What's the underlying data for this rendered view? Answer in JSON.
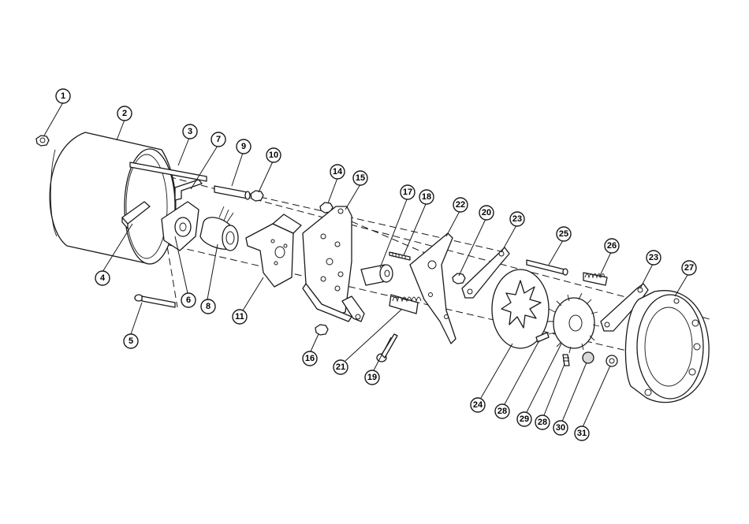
{
  "callouts": [
    "1",
    "2",
    "3",
    "4",
    "5",
    "6",
    "7",
    "8",
    "9",
    "10",
    "11",
    "14",
    "15",
    "16",
    "17",
    "18",
    "19",
    "20",
    "21",
    "22",
    "23",
    "23",
    "24",
    "25",
    "26",
    "27",
    "28",
    "28",
    "29",
    "30",
    "31"
  ]
}
